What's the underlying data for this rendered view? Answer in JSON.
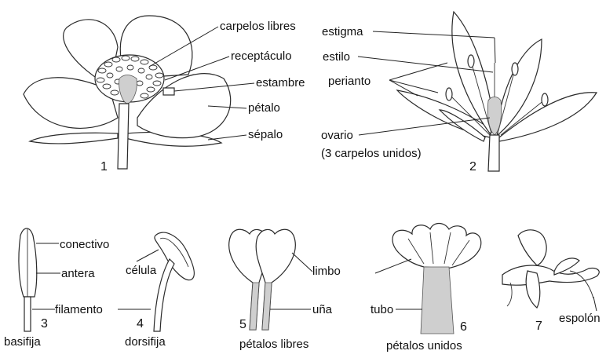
{
  "figure1": {
    "number": "1",
    "labels": {
      "carpelos_libres": "carpelos libres",
      "receptaculo": "receptáculo",
      "estambre": "estambre",
      "petalo": "pétalo",
      "sepalo": "sépalo"
    }
  },
  "figure2": {
    "number": "2",
    "labels": {
      "estigma": "estigma",
      "estilo": "estilo",
      "perianto": "perianto",
      "ovario": "ovario",
      "ovario_note": "(3 carpelos unidos)"
    }
  },
  "figure3": {
    "number": "3",
    "caption": "basifija",
    "labels": {
      "conectivo": "conectivo",
      "antera": "antera",
      "filamento": "filamento"
    }
  },
  "figure4": {
    "number": "4",
    "caption": "dorsifija",
    "labels": {
      "celula": "célula"
    }
  },
  "figure5": {
    "number": "5",
    "caption": "pétalos libres",
    "labels": {
      "limbo": "limbo",
      "una": "uña"
    }
  },
  "figure6": {
    "number": "6",
    "caption": "pétalos unidos",
    "labels": {
      "tubo": "tubo"
    }
  },
  "figure7": {
    "number": "7",
    "labels": {
      "espolon": "espolón"
    }
  }
}
